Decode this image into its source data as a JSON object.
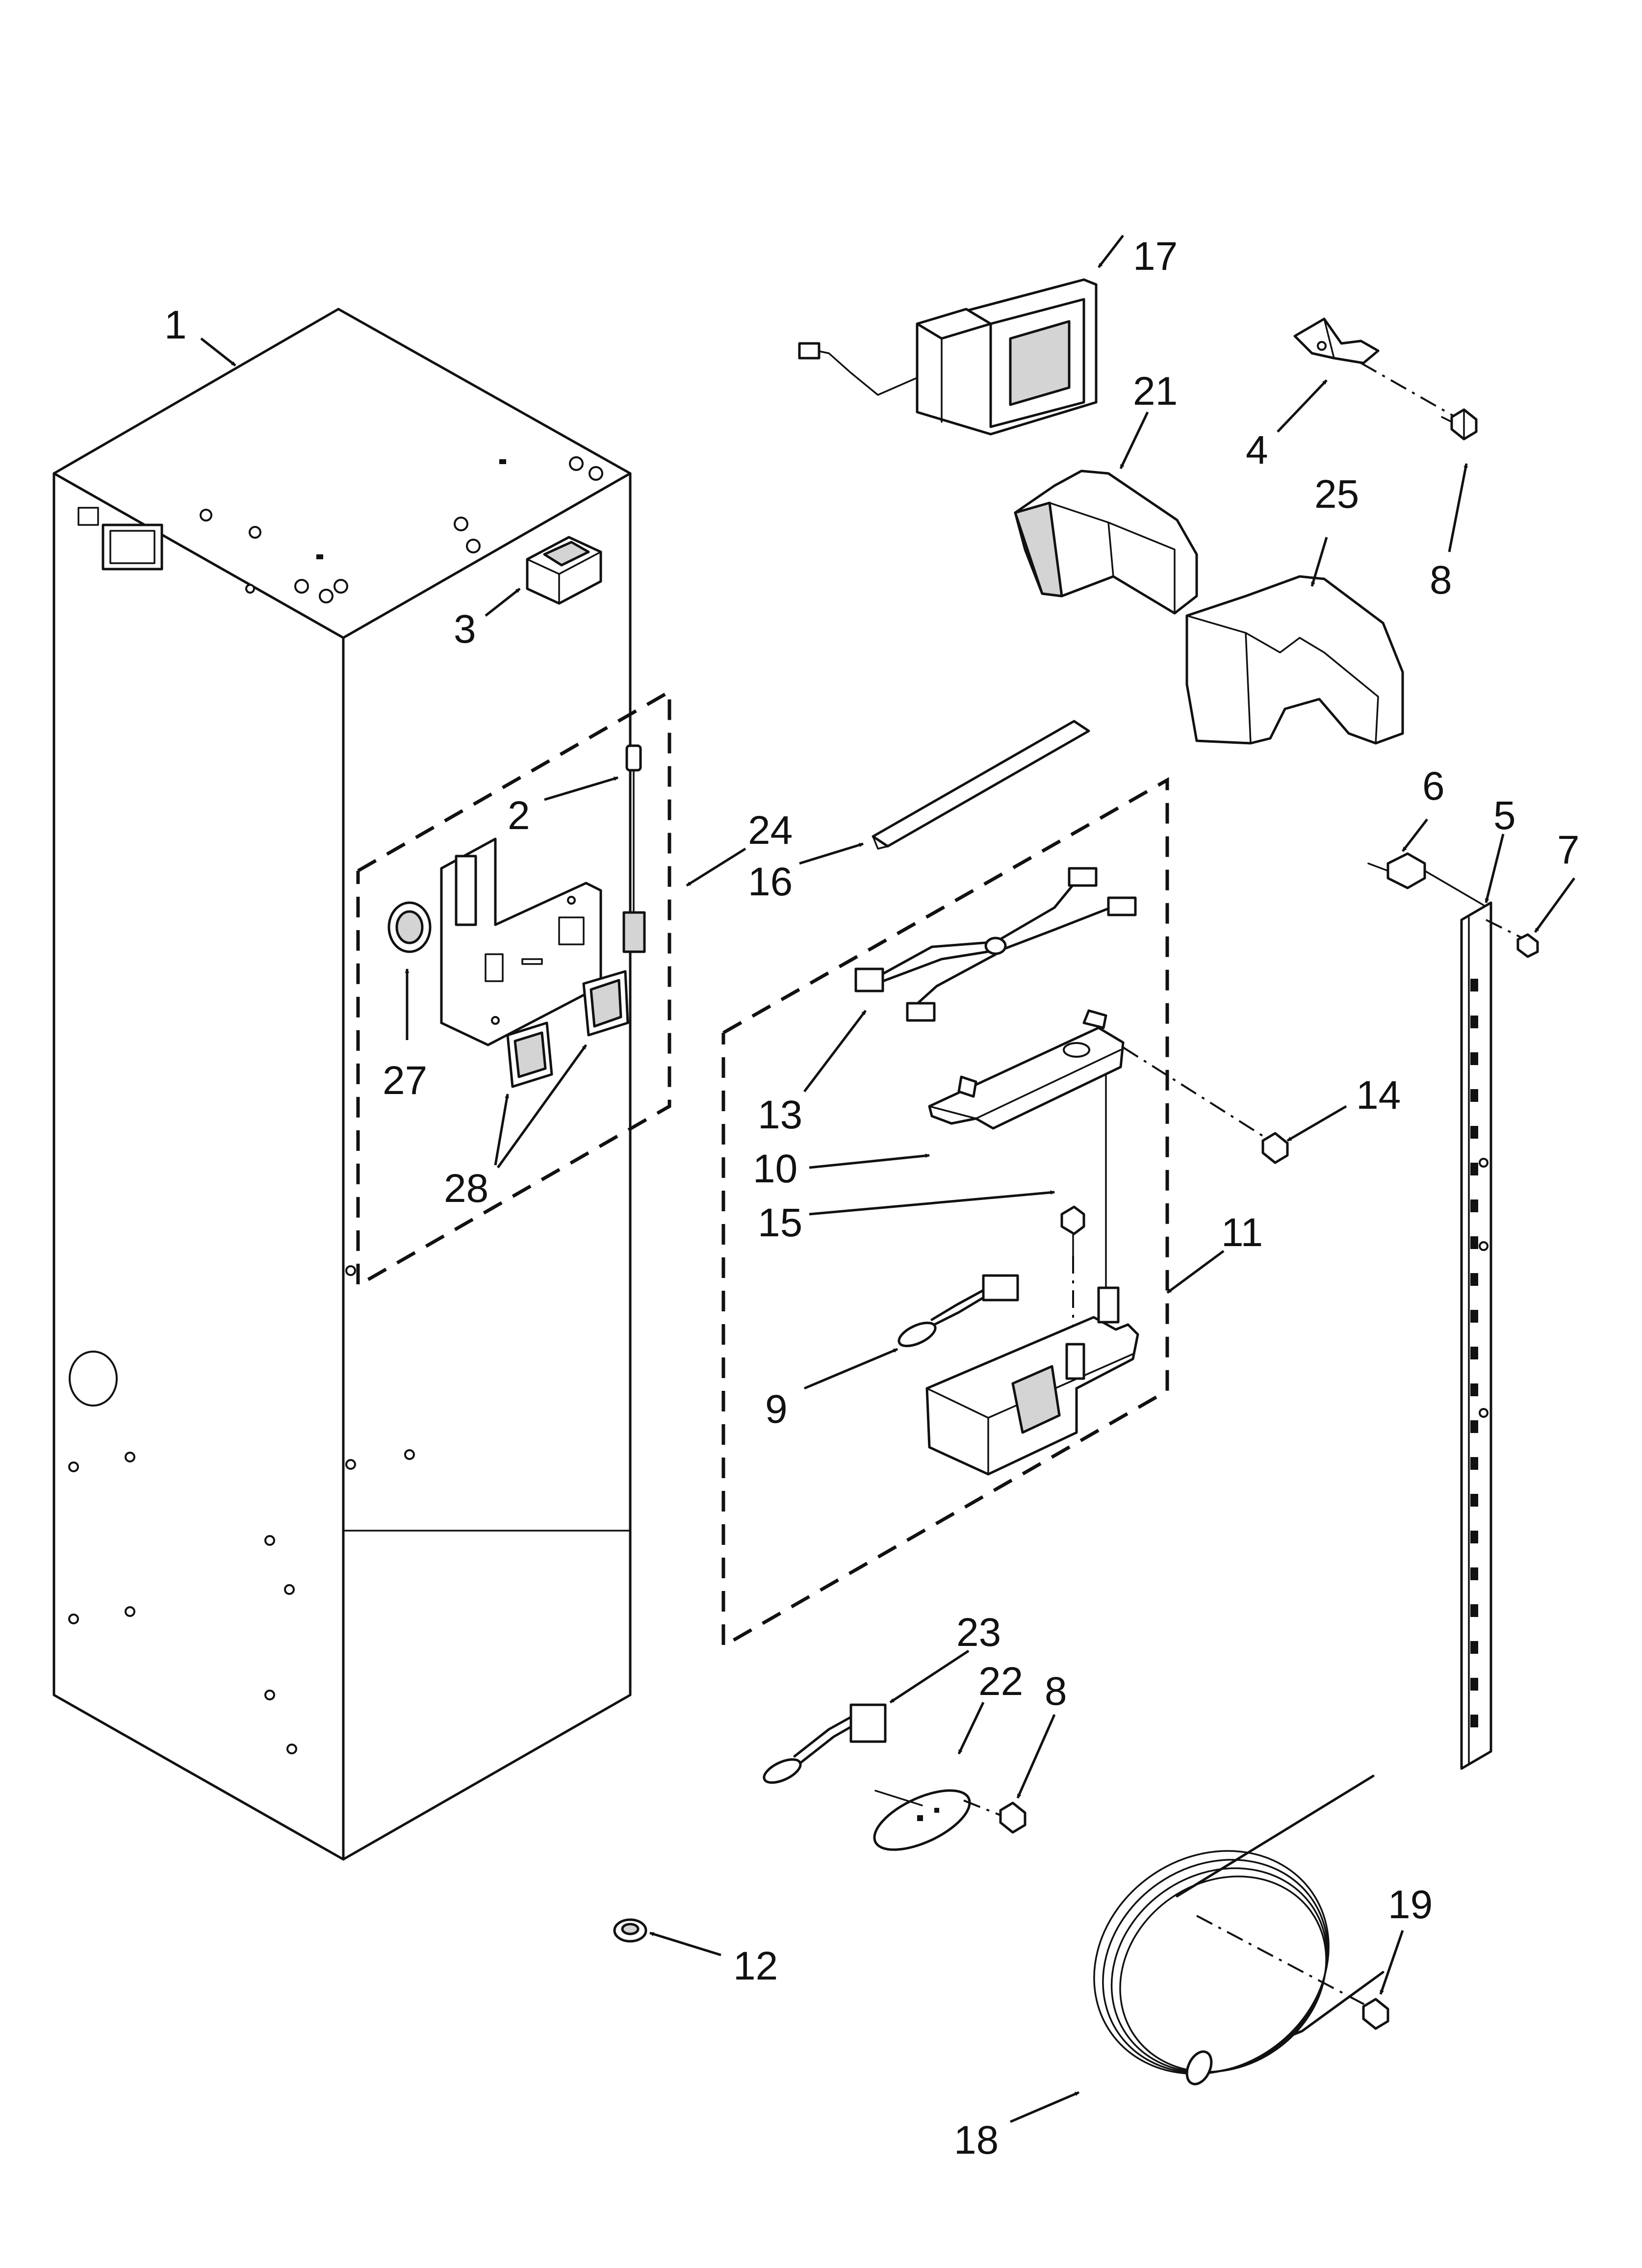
{
  "callouts": {
    "c1": "1",
    "c2": "2",
    "c3": "3",
    "c4": "4",
    "c5": "5",
    "c6": "6",
    "c7": "7",
    "c8a": "8",
    "c8b": "8",
    "c9": "9",
    "c10": "10",
    "c11": "11",
    "c12": "12",
    "c13": "13",
    "c14": "14",
    "c15": "15",
    "c16": "16",
    "c17": "17",
    "c18": "18",
    "c19": "19",
    "c21": "21",
    "c22": "22",
    "c23": "23",
    "c24": "24",
    "c25": "25",
    "c27": "27",
    "c28": "28"
  },
  "colors": {
    "line": "#111111",
    "fill": "#ffffff",
    "shade": "#d4d4d4"
  }
}
